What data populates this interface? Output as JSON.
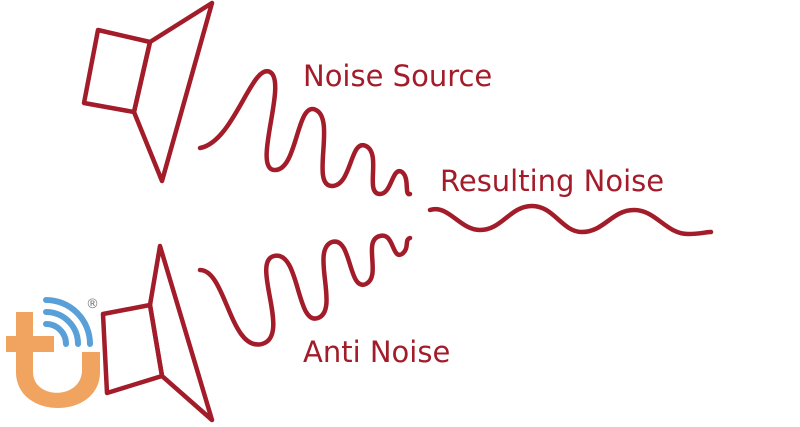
{
  "colors": {
    "primary": "#a31c2a",
    "logo_orange": "#f0a45f",
    "logo_blue": "#5aa0d8",
    "background": "#ffffff"
  },
  "labels": {
    "noise_source": "Noise Source",
    "resulting_noise": "Resulting Noise",
    "anti_noise": "Anti Noise"
  },
  "logo": {
    "registered_mark": "®"
  }
}
